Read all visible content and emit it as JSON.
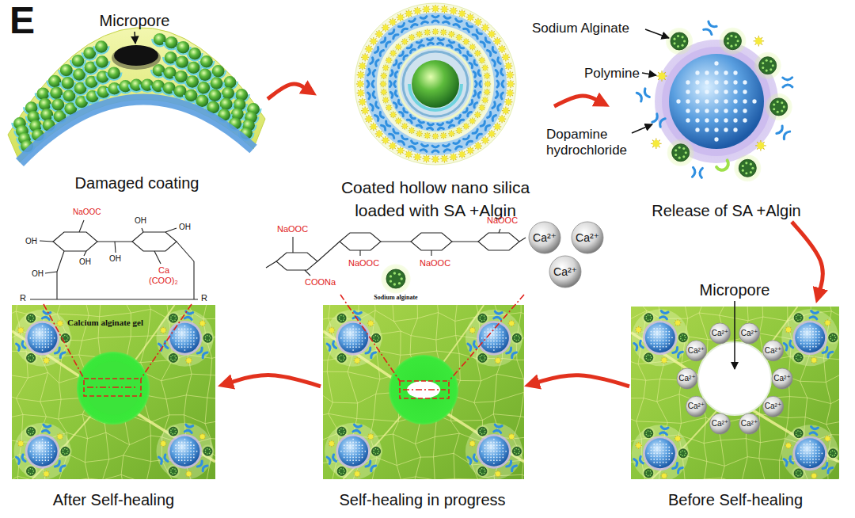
{
  "diagram": {
    "nodes": [
      {
        "text": [
          "Damaged coating"
        ]
      },
      {
        "text": [
          "Coated hollow nano silica loaded with SA +Algin"
        ]
      },
      {
        "text": [
          "Release of SA +Algin"
        ]
      },
      {
        "text": [
          "Before Self-healing"
        ]
      },
      {
        "text": [
          "Self-healing in progress"
        ]
      },
      {
        "text": [
          "After Self-healing"
        ]
      }
    ],
    "edges": [
      {
        "from": 0,
        "to": 1,
        "arrow": "to"
      },
      {
        "from": 1,
        "to": 2,
        "arrow": "to"
      },
      {
        "from": 2,
        "to": 3,
        "arrow": "to"
      },
      {
        "from": 3,
        "to": 4,
        "arrow": "to"
      },
      {
        "from": 4,
        "to": 5,
        "arrow": "to"
      }
    ],
    "labels": [
      "E",
      "Micropore",
      "Sodium Alginate",
      "Polymine",
      "Dopamine hydrochloride",
      "Micropore",
      "Ca²⁺",
      "Ca²⁺",
      "Ca²⁺",
      "Ca²⁺",
      "Ca²⁺",
      "Ca²⁺",
      "Ca²⁺",
      "Ca²⁺",
      "Ca²⁺",
      "Ca²⁺",
      "NaOOC",
      "NaOOC",
      "NaOOC",
      "NaOOC",
      "COONa",
      "Sodium alginate",
      "Ca²⁺",
      "Ca²⁺",
      "Ca²⁺",
      "NaOOC",
      "Ca",
      "(COO)₂",
      "Calcium alginate gel",
      "R",
      "R",
      "OH",
      "OH",
      "OH",
      "OH",
      "OH",
      "OH"
    ]
  }
}
